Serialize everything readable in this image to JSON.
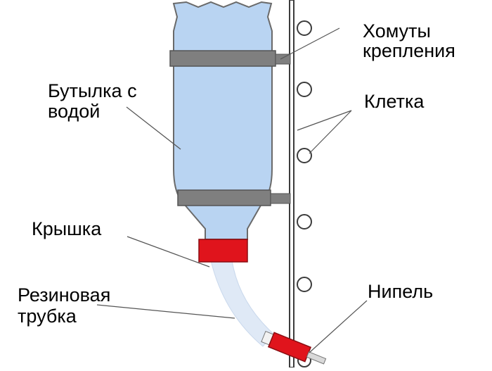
{
  "labels": {
    "clamps": [
      "Хомуты",
      "крепления"
    ],
    "cage": "Клетка",
    "bottle": [
      "Бутылка с",
      "водой"
    ],
    "cap": "Крышка",
    "tube": [
      "Резиновая",
      "трубка"
    ],
    "nipple": "Нипель"
  },
  "colors": {
    "bottle": "#b9d4f2",
    "bottle_outline": "#6a6a6a",
    "clamp": "#7f7f7f",
    "cap": "#e0141c",
    "tube": "#dfe9f6",
    "cage": "#3c3c3c"
  }
}
